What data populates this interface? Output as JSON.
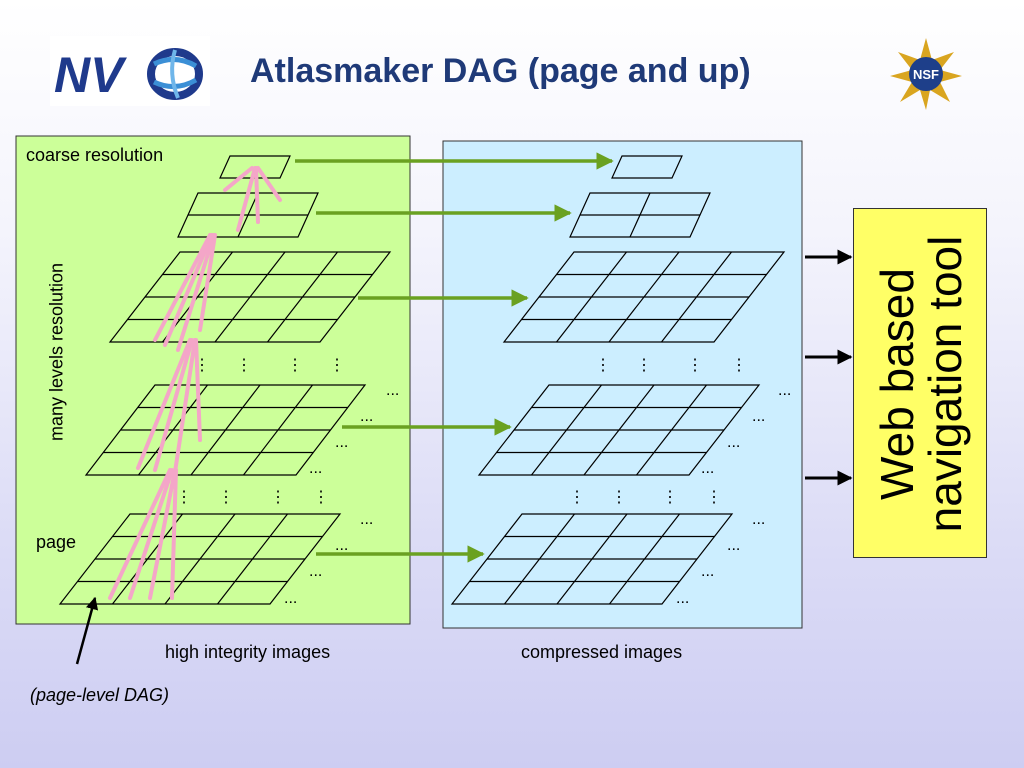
{
  "slide": {
    "title": "Atlasmaker DAG (page and up)"
  },
  "logos": {
    "nvo_text": "NV",
    "nsf_text": "NSF"
  },
  "left_panel": {
    "coarse_label": "coarse resolution",
    "levels_label": "many levels resolution",
    "page_label": "page",
    "caption": "high integrity images",
    "color": "#ccff99"
  },
  "right_panel": {
    "caption": "compressed images",
    "color": "#cceeff"
  },
  "footnote": "(page-level DAG)",
  "nav_tool": {
    "line1": "Web based",
    "line2": "navigation tool",
    "color": "#ffff66"
  },
  "ellipsis": "...",
  "vdots": "⋮",
  "colors": {
    "arrow_green": "#6aa121",
    "dag_pink": "#f4a6c8",
    "title": "#1f3a78"
  }
}
